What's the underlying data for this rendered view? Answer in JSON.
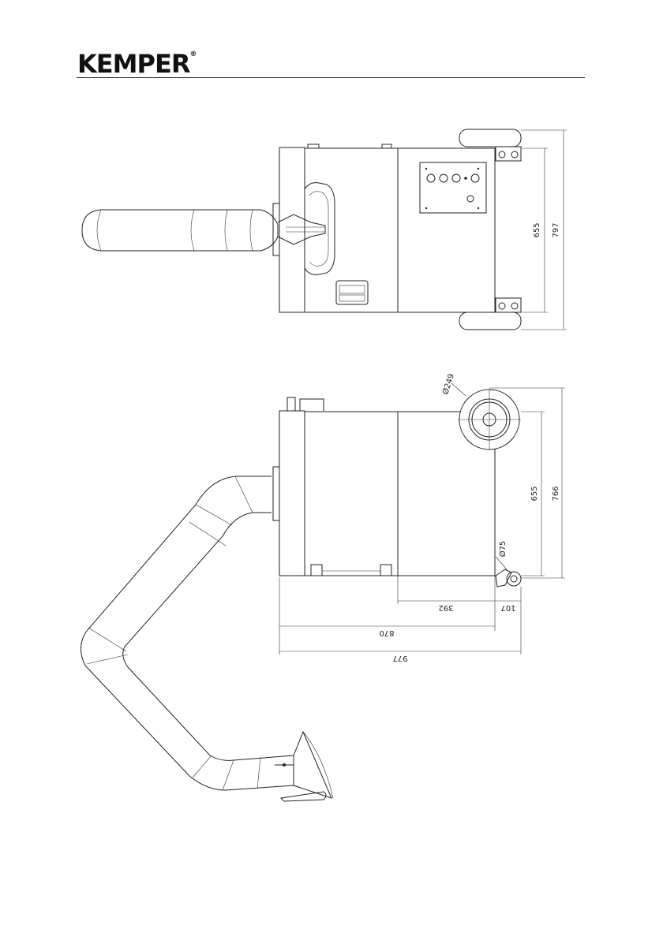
{
  "brand": {
    "name": "KEMPER",
    "mark": "®"
  },
  "top_view": {
    "dimensions": {
      "inner_width": "655",
      "outer_width": "797"
    }
  },
  "side_view": {
    "dimensions": {
      "wheel_diameter": "Ø249",
      "castor_diameter": "Ø75",
      "inner_height": "655",
      "outer_height": "766",
      "body_length": "392",
      "castor_offset": "107",
      "housing_length": "870",
      "total_length": "977"
    }
  }
}
